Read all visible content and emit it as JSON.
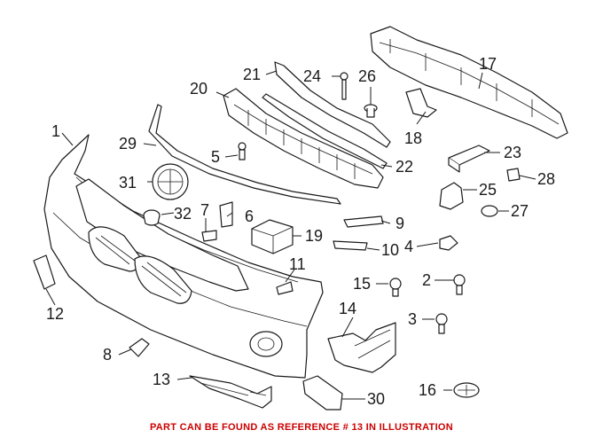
{
  "callouts": [
    "1",
    "2",
    "3",
    "4",
    "5",
    "6",
    "7",
    "8",
    "9",
    "10",
    "11",
    "12",
    "13",
    "14",
    "15",
    "16",
    "17",
    "18",
    "19",
    "20",
    "21",
    "22",
    "23",
    "24",
    "25",
    "26",
    "27",
    "28",
    "29",
    "30",
    "31",
    "32"
  ],
  "footnote": {
    "text": "PART CAN BE FOUND AS REFERENCE # 13 IN ILLUSTRATION",
    "color": "#cc0000"
  },
  "line_color": "#1a1a1a"
}
